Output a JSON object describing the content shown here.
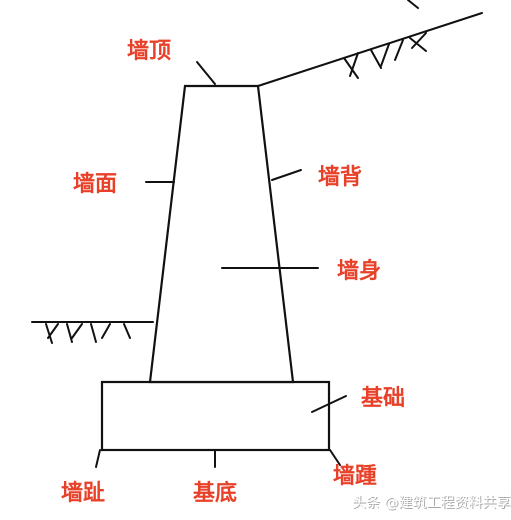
{
  "labels": {
    "wall_top": "墙顶",
    "wall_face": "墙面",
    "wall_back": "墙背",
    "wall_body": "墙身",
    "foundation": "基础",
    "wall_toe": "墙趾",
    "base": "基底",
    "wall_heel": "墙踵"
  },
  "watermark": {
    "text": "头条 @建筑工程资料共享"
  },
  "colors": {
    "label": "#e8412a",
    "line": "#111111"
  }
}
